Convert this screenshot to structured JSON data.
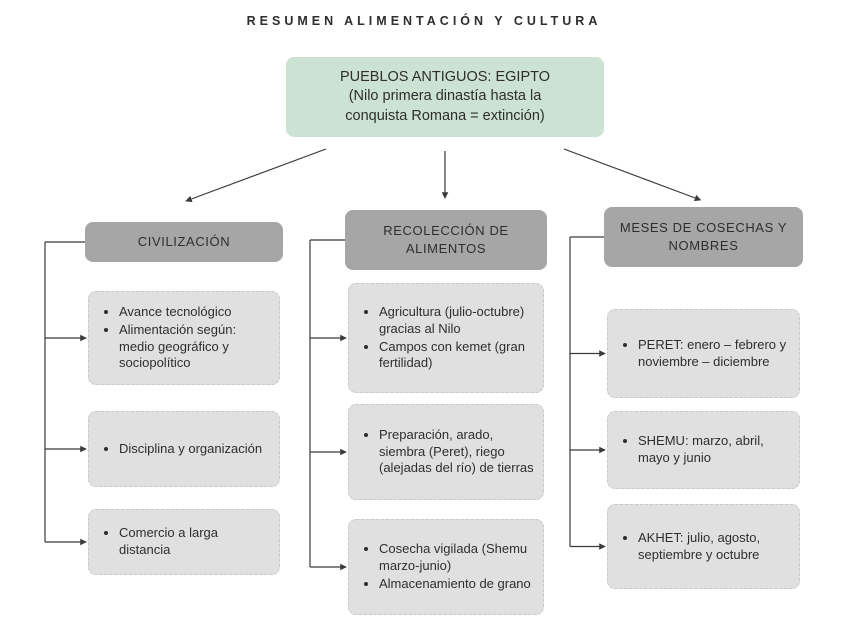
{
  "title": "RESUMEN ALIMENTACIÓN Y CULTURA",
  "root": {
    "line1": "PUEBLOS ANTIGUOS: EGIPTO",
    "line2": "(Nilo primera dinastía hasta la",
    "line3": "conquista Romana = extinción)"
  },
  "columns": [
    {
      "id": "civilizacion",
      "header": "CIVILIZACIÓN",
      "boxes": [
        [
          "Avance tecnológico",
          "Alimentación según: medio geográfico y sociopolítico"
        ],
        [
          "Disciplina y organización"
        ],
        [
          "Comercio a larga distancia"
        ]
      ]
    },
    {
      "id": "recoleccion-de-alimentos",
      "header": "RECOLECCIÓN DE ALIMENTOS",
      "boxes": [
        [
          "Agricultura (julio-octubre) gracias al Nilo",
          "Campos con kemet (gran fertilidad)"
        ],
        [
          "Preparación, arado, siembra (Peret), riego (alejadas del río) de tierras"
        ],
        [
          "Cosecha vigilada (Shemu marzo-junio)",
          "Almacenamiento de grano"
        ]
      ]
    },
    {
      "id": "meses-de-cosechas-y-nombres",
      "header": "MESES DE COSECHAS Y NOMBRES",
      "boxes": [
        [
          "PERET: enero – febrero y noviembre – diciembre"
        ],
        [
          "SHEMU: marzo, abril, mayo y junio"
        ],
        [
          "AKHET: julio, agosto, septiembre y octubre"
        ]
      ]
    }
  ],
  "colors": {
    "root_bg": "#cce2d3",
    "header_bg": "#a6a6a6",
    "box_bg": "#e0e0e0",
    "line": "#3a3a3a",
    "text": "#2e2e2e"
  }
}
